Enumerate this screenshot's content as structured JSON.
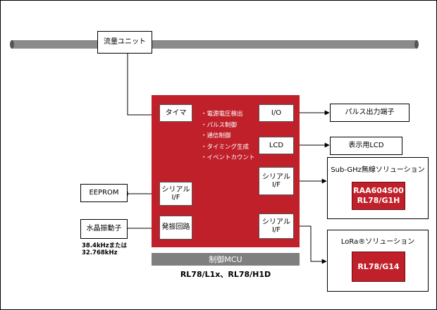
{
  "flow_unit": "流量ユニット",
  "mcu": {
    "timer": "タイマ",
    "io": "I/O",
    "lcd": "LCD",
    "serial_left": [
      "シリアル",
      "I/F"
    ],
    "serial_right_top": [
      "シリアル",
      "I/F"
    ],
    "serial_right_bottom": [
      "シリアル",
      "I/F"
    ],
    "oscillator": "発振回路",
    "functions": [
      "電源電圧検出",
      "パルス制御",
      "通信制御",
      "タイミング生成",
      "イベントカウント"
    ],
    "bar_label": "制御MCU",
    "part_numbers": "RL78/L1x、RL78/H1D"
  },
  "external": {
    "pulse_output": "パルス出力端子",
    "display_lcd": "表示用LCD",
    "eeprom": "EEPROM",
    "crystal": "水晶振動子",
    "crystal_freq": [
      "38.4kHzまたは",
      "32.768kHz"
    ]
  },
  "subghz": {
    "title": "Sub-GHz無線ソリューション",
    "chip": [
      "RAA604S00",
      "RL78/G1H"
    ]
  },
  "lora": {
    "title": "LoRa®ソリューション",
    "chip": "RL78/G14"
  },
  "colors": {
    "mcu_red": "#c0202a",
    "pipe_gray": "#8a8a8a",
    "bar_gray": "#7f7f7f"
  }
}
